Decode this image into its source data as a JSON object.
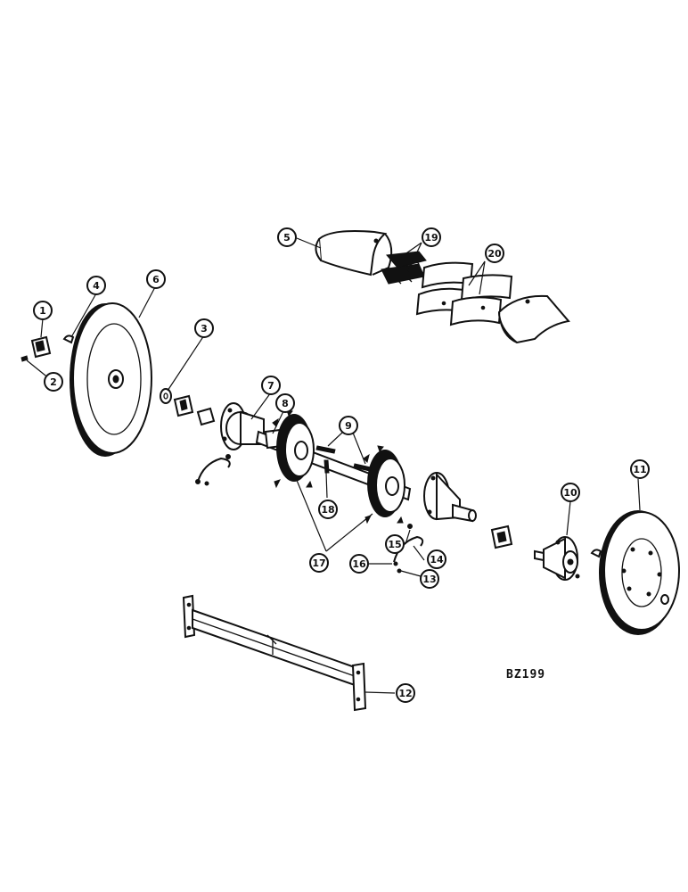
{
  "drawing_number": "BZ199",
  "callouts": [
    {
      "label": "1"
    },
    {
      "label": "2"
    },
    {
      "label": "3"
    },
    {
      "label": "4"
    },
    {
      "label": "5"
    },
    {
      "label": "6"
    },
    {
      "label": "7"
    },
    {
      "label": "8"
    },
    {
      "label": "9"
    },
    {
      "label": "10"
    },
    {
      "label": "11"
    },
    {
      "label": "12"
    },
    {
      "label": "13"
    },
    {
      "label": "14"
    },
    {
      "label": "15"
    },
    {
      "label": "16"
    },
    {
      "label": "17"
    },
    {
      "label": "18"
    },
    {
      "label": "19"
    },
    {
      "label": "20"
    }
  ]
}
